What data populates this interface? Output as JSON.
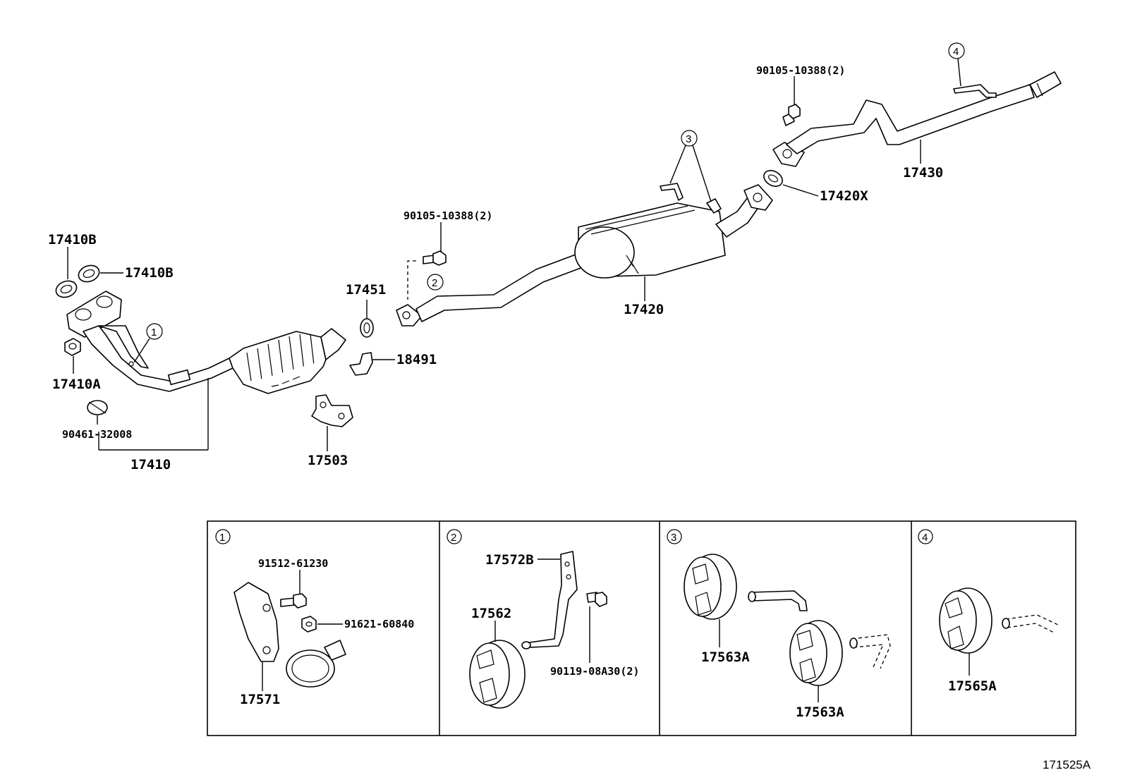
{
  "diagram_code": "171525A",
  "parts": {
    "p17410B_a": "17410B",
    "p17410B_b": "17410B",
    "p17410A": "17410A",
    "p90461": "90461-32008",
    "p17410": "17410",
    "p17503": "17503",
    "p17451": "17451",
    "p18491": "18491",
    "p90105_a": "90105-10388(2)",
    "p17420": "17420",
    "p17420X": "17420X",
    "p90105_b": "90105-10388(2)",
    "p17430": "17430"
  },
  "callouts": {
    "c1": "1",
    "c2": "2",
    "c3": "3",
    "c4": "4"
  },
  "panels": {
    "panel1": {
      "num": "1",
      "labels": {
        "l91512": "91512-61230",
        "l91621": "91621-60840",
        "l17571": "17571"
      }
    },
    "panel2": {
      "num": "2",
      "labels": {
        "l17572B": "17572B",
        "l17562": "17562",
        "l90119": "90119-08A30(2)"
      }
    },
    "panel3": {
      "num": "3",
      "labels": {
        "l17563A_a": "17563A",
        "l17563A_b": "17563A"
      }
    },
    "panel4": {
      "num": "4",
      "labels": {
        "l17565A": "17565A"
      }
    }
  }
}
